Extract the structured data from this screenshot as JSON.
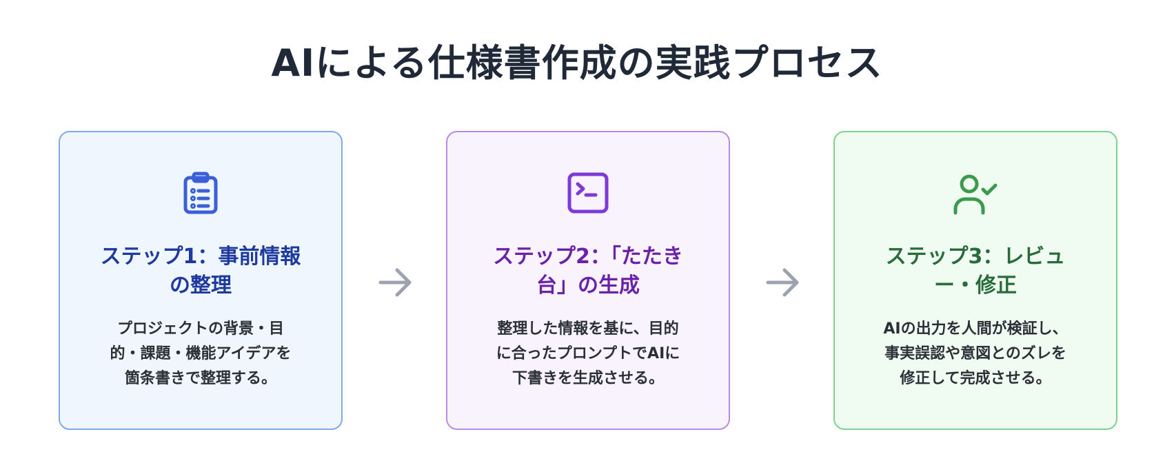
{
  "title": "AIによる仕様書作成の実践プロセス",
  "steps": [
    {
      "icon": "clipboard-list-icon",
      "heading_lines": [
        "ステップ1：事前情報",
        "の整理"
      ],
      "desc_lines": [
        "プロジェクトの背景・目",
        "的・課題・機能アイデアを",
        "箇条書きで整理する。"
      ],
      "color": "#3b5fd9"
    },
    {
      "icon": "terminal-icon",
      "heading_lines": [
        "ステップ2：「たたき",
        "台」の生成"
      ],
      "desc_lines": [
        "整理した情報を基に、目的",
        "に合ったプロンプトでAIに",
        "下書きを生成させる。"
      ],
      "color": "#7e3ad6"
    },
    {
      "icon": "user-check-icon",
      "heading_lines": [
        "ステップ3：レビュ",
        "ー・修正"
      ],
      "desc_lines": [
        "AIの出力を人間が検証し、",
        "事実誤認や意図とのズレを",
        "修正して完成させる。"
      ],
      "color": "#3c9a4f"
    }
  ],
  "arrow_color": "#9ca3af"
}
